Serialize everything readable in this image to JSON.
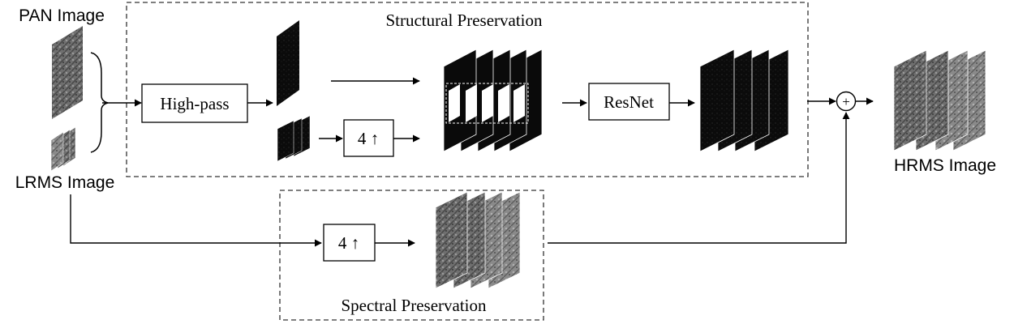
{
  "labels": {
    "pan_image": "PAN Image",
    "lrms_image": "LRMS Image",
    "hrms_image": "HRMS Image",
    "structural_preservation": "Structural Preservation",
    "spectral_preservation": "Spectral Preservation"
  },
  "blocks": {
    "high_pass": "High-pass",
    "upsample_structural": "4 ↑",
    "resnet": "ResNet",
    "upsample_spectral": "4 ↑",
    "sum": "+"
  }
}
